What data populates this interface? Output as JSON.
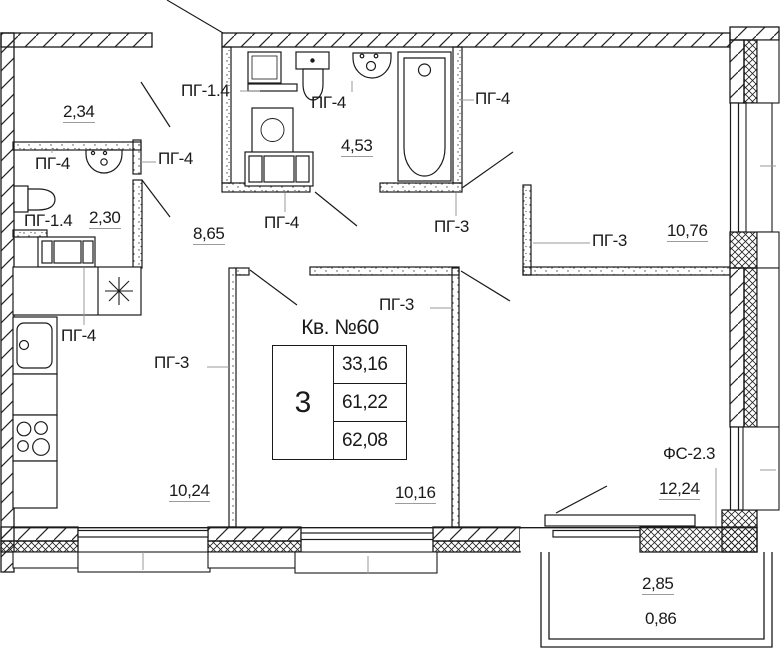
{
  "plan": {
    "stamp": {
      "title": "Кв. №60",
      "rooms_count": "3",
      "area_living": "33,16",
      "area_apartment": "61,22",
      "area_total": "62,08"
    },
    "labels": {
      "pg14_top": "ПГ-1.4",
      "pg4_bath": "ПГ-4",
      "pg4_tub": "ПГ-4",
      "area_bath": "4,53",
      "area_room_top_left": "2,34",
      "pg4_wc_left": "ПГ-4",
      "pg4_wc_right": "ПГ-4",
      "pg14_wc": "ПГ-1.4",
      "area_wc": "2,30",
      "area_hall": "8,65",
      "pg4_hall": "ПГ-4",
      "pg3_hall": "ПГ-3",
      "pg3_bedroom1": "ПГ-3",
      "area_bedroom1": "10,76",
      "pg4_kitchen": "ПГ-4",
      "pg3_mid": "ПГ-3",
      "pg3_left": "ПГ-3",
      "area_kitchen_living": "10,24",
      "area_room2": "10,16",
      "fs_window": "ФС-2.3",
      "area_room3": "12,24",
      "area_balcony_full": "2,85",
      "area_balcony_reduced": "0,86"
    }
  }
}
